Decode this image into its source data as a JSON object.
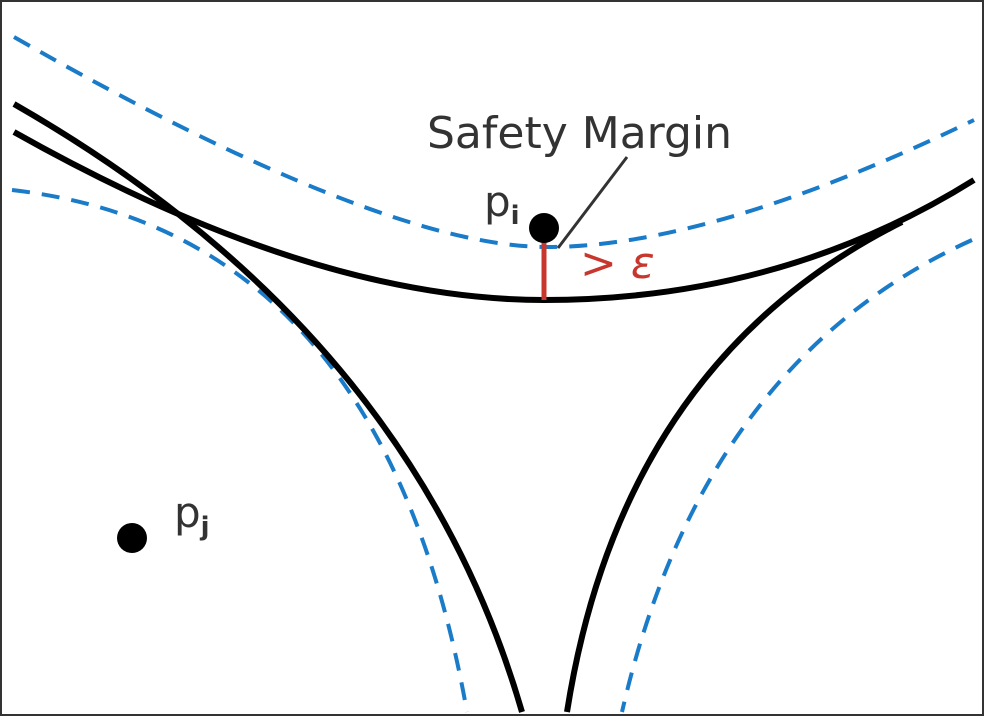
{
  "labels": {
    "safety_margin": "Safety Margin",
    "point_i_base": "p",
    "point_i_sub": "i",
    "point_j_base": "p",
    "point_j_sub": "j",
    "epsilon": "> ε"
  },
  "colors": {
    "curve": "#000000",
    "margin": "#1a7bc8",
    "epsilon": "#c8372d",
    "text": "#333333"
  }
}
